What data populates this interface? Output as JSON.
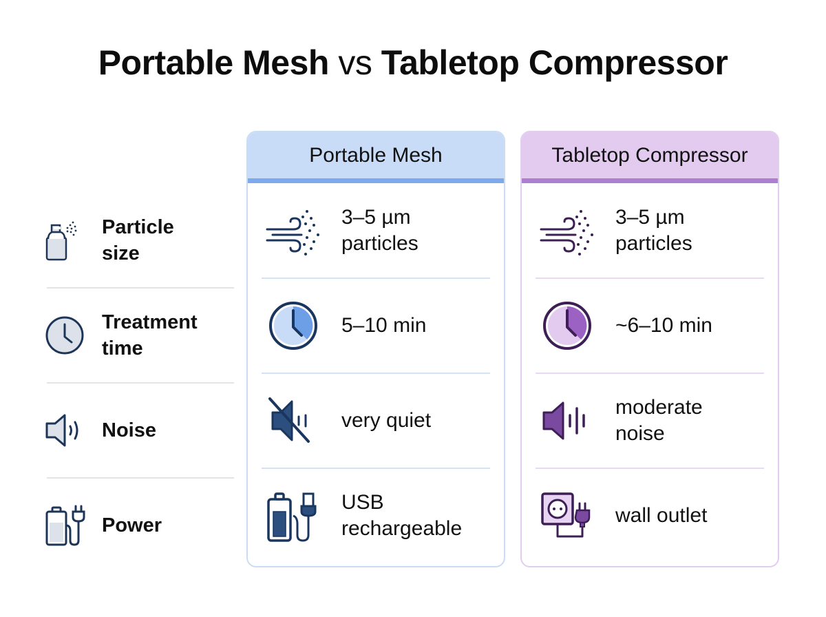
{
  "title": {
    "left": "Portable Mesh",
    "vs": "vs",
    "right": "Tabletop Compressor"
  },
  "criteria": [
    {
      "label_line1": "Particle",
      "label_line2": "size",
      "icon": "spray-bottle-icon"
    },
    {
      "label_line1": "Treatment",
      "label_line2": "time",
      "icon": "clock-icon"
    },
    {
      "label_line1": "Noise",
      "label_line2": "",
      "icon": "speaker-icon"
    },
    {
      "label_line1": "Power",
      "label_line2": "",
      "icon": "battery-plug-icon"
    }
  ],
  "columns": [
    {
      "header": "Portable Mesh",
      "accent": "#7ea9ea",
      "header_bg": "#c9dcf7",
      "icon_color": "#1a355e",
      "cells": [
        {
          "line1": "3–5 µm",
          "line2": "particles",
          "icon": "mist-particles-icon"
        },
        {
          "line1": "5–10 min",
          "line2": "",
          "icon": "clock-icon"
        },
        {
          "line1": "very quiet",
          "line2": "",
          "icon": "muted-speaker-icon"
        },
        {
          "line1": "USB",
          "line2": "rechargeable",
          "icon": "usb-battery-icon"
        }
      ]
    },
    {
      "header": "Tabletop Compressor",
      "accent": "#ac7fd0",
      "header_bg": "#e2cbef",
      "icon_color": "#3d1f55",
      "cells": [
        {
          "line1": "3–5 µm",
          "line2": "particles",
          "icon": "mist-particles-icon"
        },
        {
          "line1": "~6–10 min",
          "line2": "",
          "icon": "clock-icon"
        },
        {
          "line1": "moderate",
          "line2": "noise",
          "icon": "loud-speaker-icon"
        },
        {
          "line1": "wall outlet",
          "line2": "",
          "icon": "wall-outlet-plug-icon"
        }
      ]
    }
  ]
}
